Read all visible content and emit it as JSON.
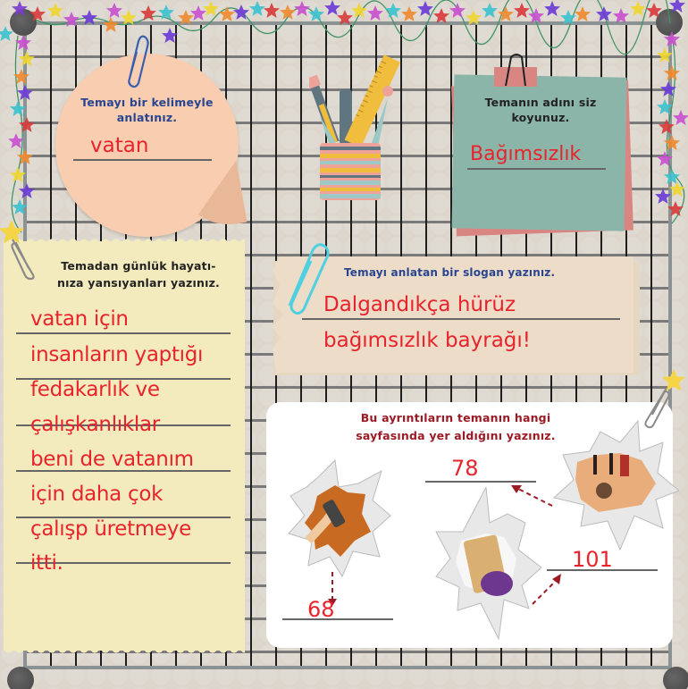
{
  "cards": {
    "theme_word": {
      "prompt": "Temayı bir kelimeyle anlatınız.",
      "prompt_line1": "Temayı bir kelimeyle",
      "prompt_line2": "anlatınız.",
      "answer": "vatan"
    },
    "theme_name": {
      "prompt_line1": "Temanın adını siz",
      "prompt_line2": "koyunuz.",
      "answer": "Bağımsızlık"
    },
    "daily_life": {
      "prompt_line1": "Temadan günlük hayatı-",
      "prompt_line2": "nıza yansıyanları yazınız.",
      "answer_lines": [
        "vatan için",
        "insanların yaptığı",
        "fedakarlık ve",
        "çalışkanlıklar",
        "beni de vatanım",
        "için daha çok",
        "çalışp üretmeye",
        "itti."
      ]
    },
    "slogan": {
      "prompt": "Temayı anlatan bir slogan yazınız.",
      "answer_line1": "Dalgandıkça hürüz",
      "answer_line2": "bağımsızlık bayrağı!"
    },
    "page_details": {
      "prompt_line1": "Bu ayrıntıların temanın hangi",
      "prompt_line2": "sayfasında yer aldığını yazınız.",
      "answers": [
        "68",
        "78",
        "101"
      ],
      "image_labels": [
        "hand-holding-tool-image",
        "basket-carrier-image",
        "ball-game-image"
      ]
    }
  },
  "colors": {
    "answer_red": "#e8232b",
    "prompt_blue": "#2a4590",
    "prompt_dark_red": "#9b1b24",
    "peach": "#f8cdb0",
    "teal": "#8cb5a9",
    "yellow": "#f3ebbd",
    "beige": "#ecdcc8",
    "pink": "#d98682"
  }
}
